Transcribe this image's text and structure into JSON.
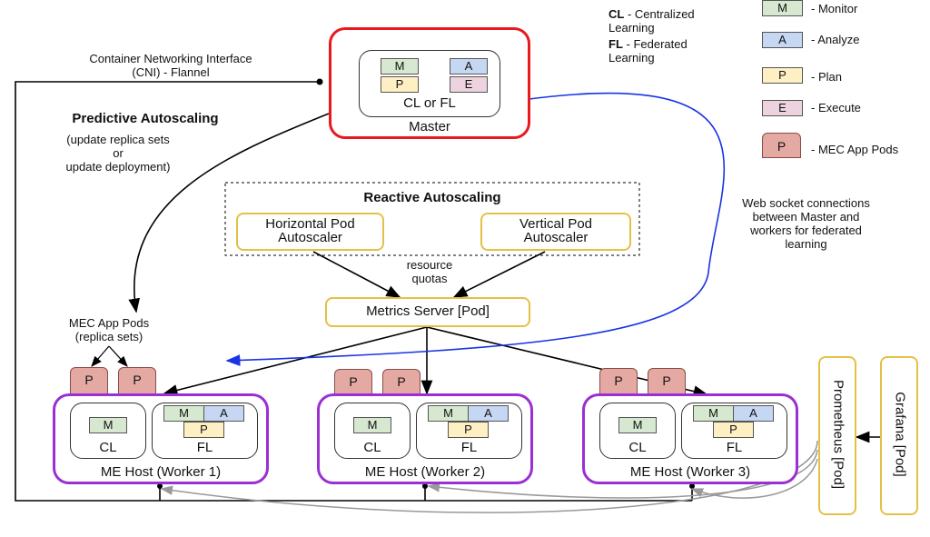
{
  "legend": {
    "cl_abbr": "CL",
    "cl_text_1": " - Centralized",
    "cl_text_2": "Learning",
    "fl_abbr": "FL",
    "fl_text_1": " - Federated",
    "fl_text_2": "Learning",
    "items": [
      {
        "key": "M",
        "label": "- Monitor"
      },
      {
        "key": "A",
        "label": "- Analyze"
      },
      {
        "key": "P",
        "label": "- Plan"
      },
      {
        "key": "E",
        "label": "- Execute"
      },
      {
        "key": "P",
        "label": "- MEC App Pods"
      }
    ]
  },
  "cni": {
    "line1": "Container Networking Interface",
    "line2": "(CNI) - Flannel"
  },
  "master": {
    "title": "Master",
    "mode": "CL or FL",
    "chips": {
      "m": "M",
      "a": "A",
      "p": "P",
      "e": "E"
    }
  },
  "predictive": {
    "title": "Predictive Autoscaling",
    "line1": "(update replica sets",
    "line2": "or",
    "line3": "update deployment)"
  },
  "reactive": {
    "title": "Reactive Autoscaling",
    "hpa_1": "Horizontal Pod",
    "hpa_2": "Autoscaler",
    "vpa_1": "Vertical Pod",
    "vpa_2": "Autoscaler"
  },
  "quotas": {
    "line1": "resource",
    "line2": "quotas"
  },
  "metrics_server": "Metrics Server [Pod]",
  "websocket": {
    "line1": "Web socket connections",
    "line2": "between Master and",
    "line3": "workers for federated",
    "line4": "learning"
  },
  "mec_pods": {
    "line1": "MEC App Pods",
    "line2": "(replica sets)"
  },
  "pod_label": "P",
  "workers": [
    {
      "title": "ME Host (Worker 1)",
      "cl": "CL",
      "fl": "FL",
      "m": "M",
      "a": "A",
      "p": "P"
    },
    {
      "title": "ME Host (Worker 2)",
      "cl": "CL",
      "fl": "FL",
      "m": "M",
      "a": "A",
      "p": "P"
    },
    {
      "title": "ME Host (Worker 3)",
      "cl": "CL",
      "fl": "FL",
      "m": "M",
      "a": "A",
      "p": "P"
    }
  ],
  "prometheus": "Prometheus [Pod]",
  "grafana": "Grafana [Pod]",
  "colors": {
    "master_border": "#e8191e",
    "worker_border": "#9b2fd3",
    "component_border": "#e5c046",
    "websocket_arrow": "#1a33e6",
    "monitor_link": "#999999"
  }
}
